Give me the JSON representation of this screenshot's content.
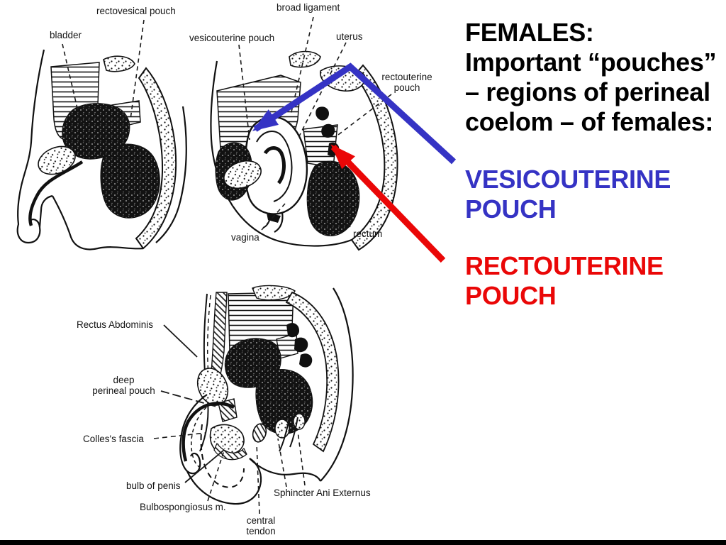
{
  "slide": {
    "background_color": "#ffffff",
    "footer_bar_color": "#000000",
    "heading_lines": [
      "FEMALES:",
      "Important “pouches”",
      "– regions of perineal",
      "coelom – of females:"
    ],
    "callouts": [
      {
        "lines": [
          "VESICOUTERINE",
          "POUCH"
        ],
        "color": "#3533c4",
        "arrow_color": "#3533c4",
        "arrow": "blue-arrow-to-vesicouterine-pouch"
      },
      {
        "lines": [
          "RECTOUTERINE",
          "POUCH"
        ],
        "color": "#ea0707",
        "arrow_color": "#ea0707",
        "arrow": "red-arrow-to-rectouterine-pouch"
      }
    ]
  },
  "figures": {
    "rectovesical": {
      "labels": {
        "rectovesical_pouch": "rectovesical pouch",
        "bladder": "bladder"
      }
    },
    "female_pelvis": {
      "labels": {
        "broad_ligament": "broad ligament",
        "vesicouterine_pouch": "vesicouterine pouch",
        "uterus": "uterus",
        "rectouterine_pouch_lines": [
          "rectouterine",
          "pouch"
        ],
        "vagina": "vagina",
        "rectum": "rectum"
      }
    },
    "perineal": {
      "labels": {
        "rectus_abdominis": "Rectus Abdominis",
        "deep_perineal_pouch_lines": [
          "deep",
          "perineal pouch"
        ],
        "colles_fascia": "Colles's fascia",
        "bulb_of_penis": "bulb of penis",
        "bulbospongiosus": "Bulbospongiosus m.",
        "sphincter_ani_externus": "Sphincter Ani Externus",
        "central_tendon_lines": [
          "central",
          "tendon"
        ]
      }
    }
  }
}
